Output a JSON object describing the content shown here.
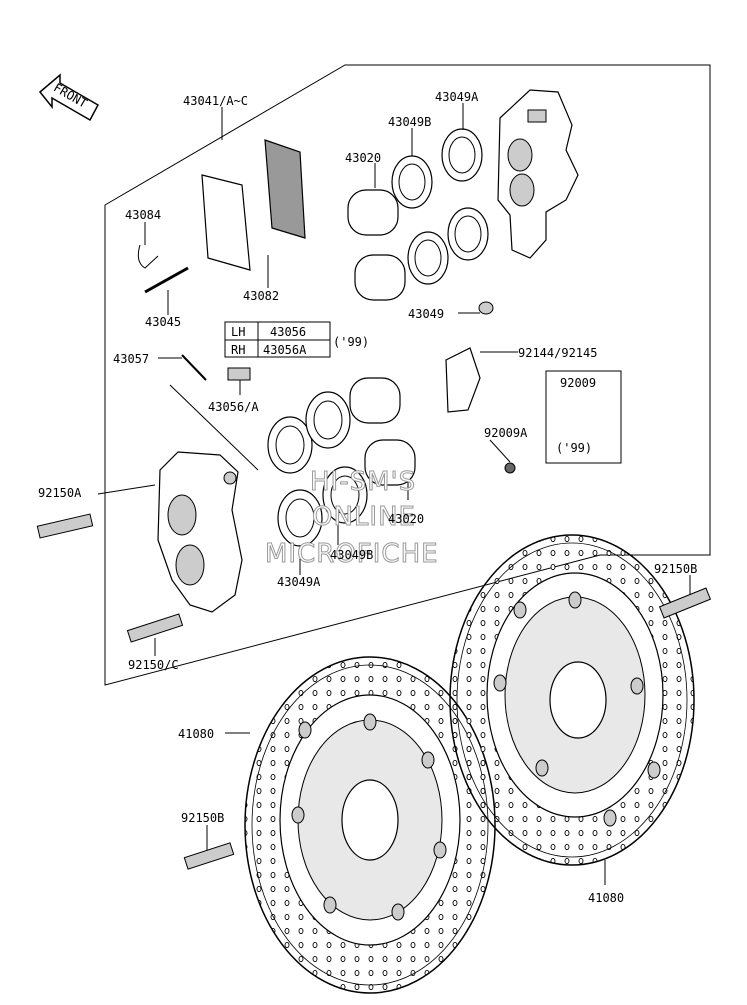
{
  "labels": {
    "front": "FRONT",
    "p43041": "43041/A~C",
    "p43049A_top": "43049A",
    "p43049B_top": "43049B",
    "p43020_top": "43020",
    "p43084": "43084",
    "p43082": "43082",
    "p43045": "43045",
    "p43049": "43049",
    "table_lh": "LH",
    "table_lh_part": "43056",
    "table_rh": "RH",
    "table_rh_part": "43056A",
    "table_note": "('99)",
    "p43057": "43057",
    "p92144": "92144/92145",
    "p92009": "92009",
    "p92009_note": "('99)",
    "p43056A": "43056/A",
    "p92009A": "92009A",
    "p92150A": "92150A",
    "p43020_bot": "43020",
    "p43049B_bot": "43049B",
    "p43049A_bot": "43049A",
    "p92150B_right": "92150B",
    "p92150C": "92150/C",
    "p41080_left": "41080",
    "p92150B_left": "92150B",
    "p41080_bottom": "41080"
  },
  "watermark": {
    "line1": "HI-SM'S",
    "line2": "ONLINE",
    "line3": "MICROFICHE"
  }
}
